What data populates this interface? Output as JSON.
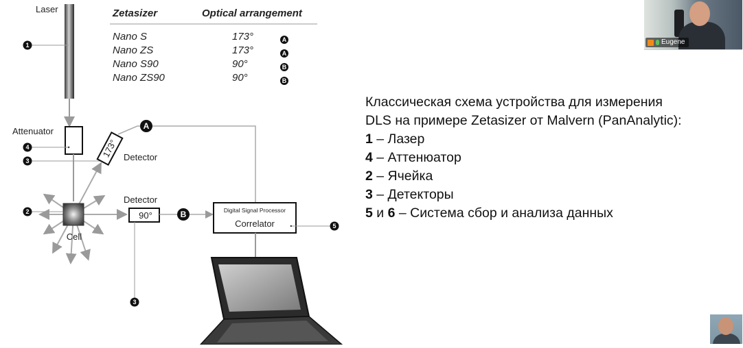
{
  "table": {
    "col1_header": "Zetasizer",
    "col2_header": "Optical arrangement",
    "rows": [
      {
        "model": "Nano S",
        "angle": "173°",
        "mode": "A"
      },
      {
        "model": "Nano ZS",
        "angle": "173°",
        "mode": "A"
      },
      {
        "model": "Nano S90",
        "angle": "90°",
        "mode": "B"
      },
      {
        "model": "Nano ZS90",
        "angle": "90°",
        "mode": "B"
      }
    ]
  },
  "diagram": {
    "laser_label": "Laser",
    "attenuator_label": "Attenuator",
    "detector_label": "Detector",
    "detector_173_text": "173°",
    "detector2_label": "Detector",
    "detector_90_text": "90°",
    "cell_label": "Cell",
    "dsp_title": "Digital Signal Processor",
    "correlator_label": "Correlator",
    "badges": {
      "laser": "1",
      "attenuator": "4",
      "detector_back": "3",
      "cell": "2",
      "detector_bottom": "3",
      "output": "5",
      "path_a": "A",
      "path_b": "B"
    }
  },
  "explanation": {
    "line1": "Классическая схема устройства для измерения",
    "line2": "DLS на примере Zetasizer от Malvern (PanAnalytic):",
    "items": [
      {
        "num": "1",
        "text": " – Лазер"
      },
      {
        "num": "4",
        "text": " – Аттенюатор"
      },
      {
        "num": "2",
        "text": " – Ячейка"
      },
      {
        "num": "3",
        "text": " – Детекторы"
      }
    ],
    "last_num1": "5",
    "last_and": " и ",
    "last_num2": "6",
    "last_text": " – Система сбор и анализа данных"
  },
  "video": {
    "participant_name": "Eugene"
  },
  "colors": {
    "laser_dark": "#1a1a1a",
    "beam_gray": "#9a9a9a",
    "badge_black": "#111111"
  }
}
